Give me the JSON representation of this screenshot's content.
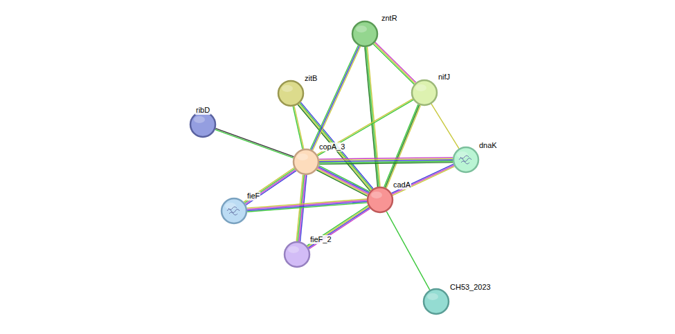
{
  "diagram": {
    "nodes": [
      {
        "text": [
          "zntR"
        ]
      },
      {
        "text": [
          "zitB"
        ]
      },
      {
        "text": [
          "nifJ"
        ]
      },
      {
        "text": [
          "ribD"
        ]
      },
      {
        "text": [
          "copA_3"
        ]
      },
      {
        "text": [
          "dnaK"
        ]
      },
      {
        "text": [
          "fieF"
        ]
      },
      {
        "text": [
          "cadA"
        ]
      },
      {
        "text": [
          "fieF_2"
        ]
      },
      {
        "text": [
          "CH53_2023"
        ]
      }
    ],
    "edges": [
      {
        "from": 3,
        "to": 4,
        "arrow": "none"
      },
      {
        "from": 1,
        "to": 4,
        "arrow": "none"
      },
      {
        "from": 1,
        "to": 7,
        "arrow": "none"
      },
      {
        "from": 0,
        "to": 4,
        "arrow": "none"
      },
      {
        "from": 0,
        "to": 7,
        "arrow": "none"
      },
      {
        "from": 0,
        "to": 2,
        "arrow": "none"
      },
      {
        "from": 2,
        "to": 4,
        "arrow": "none"
      },
      {
        "from": 2,
        "to": 7,
        "arrow": "none"
      },
      {
        "from": 2,
        "to": 5,
        "arrow": "none"
      },
      {
        "from": 4,
        "to": 5,
        "arrow": "none"
      },
      {
        "from": 4,
        "to": 7,
        "arrow": "none"
      },
      {
        "from": 4,
        "to": 6,
        "arrow": "none"
      },
      {
        "from": 4,
        "to": 8,
        "arrow": "none"
      },
      {
        "from": 7,
        "to": 5,
        "arrow": "none"
      },
      {
        "from": 7,
        "to": 6,
        "arrow": "none"
      },
      {
        "from": 7,
        "to": 8,
        "arrow": "none"
      },
      {
        "from": 7,
        "to": 9,
        "arrow": "none"
      }
    ]
  }
}
